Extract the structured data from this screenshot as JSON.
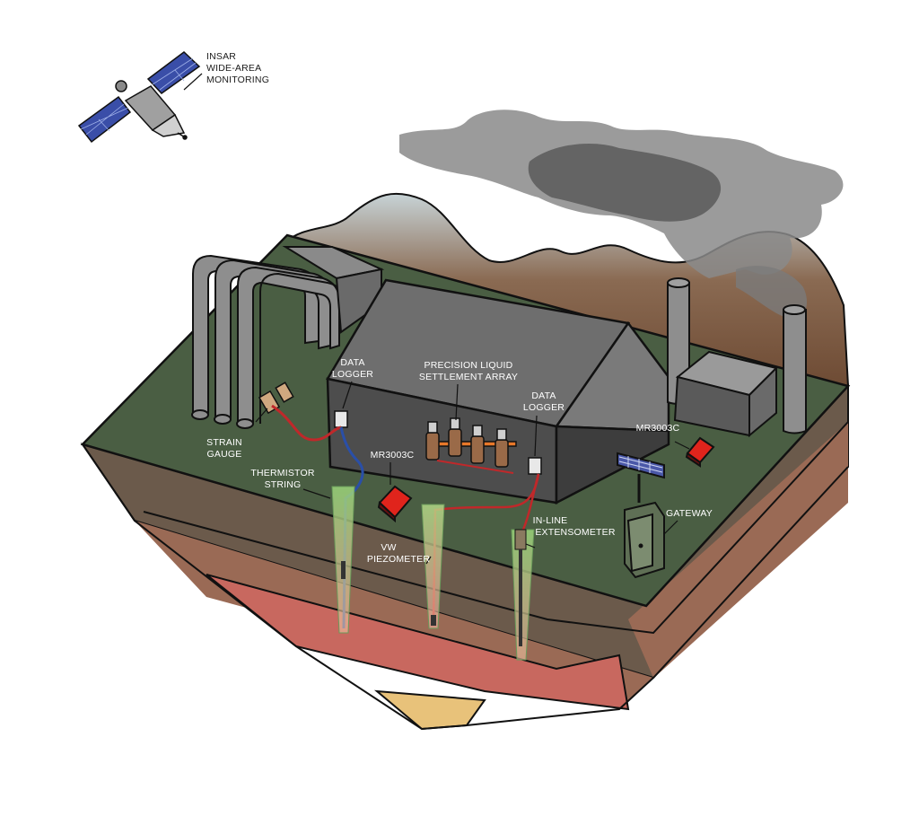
{
  "labels": {
    "insar": [
      "INSAR",
      "WIDE-AREA",
      "MONITORING"
    ],
    "data_logger_left": [
      "DATA",
      "LOGGER"
    ],
    "data_logger_right": [
      "DATA",
      "LOGGER"
    ],
    "plsa": [
      "PRECISION LIQUID",
      "SETTLEMENT ARRAY"
    ],
    "strain_gauge": [
      "STRAIN",
      "GAUGE"
    ],
    "thermistor": [
      "THERMISTOR",
      "STRING"
    ],
    "mr_left": "MR3003C",
    "mr_right": "MR3003C",
    "vw": [
      "VW",
      "PIEZOMETER"
    ],
    "extensometer": [
      "IN-LINE",
      "EXTENSOMETER"
    ],
    "gateway": "GATEWAY"
  },
  "colors": {
    "ground_top": "#4a5e43",
    "soil_1": "#6b5a4b",
    "soil_2": "#9a6a55",
    "soil_3": "#c8685f",
    "soil_4": "#e8c27a",
    "building": "#5a5a5a",
    "roof": "#6e6e6e",
    "mountain": "#7a5a44",
    "smoke": "#8a8a8a",
    "cable_red": "#c0282a",
    "cable_blue": "#2a4fa8",
    "sensor_red": "#e0241c",
    "solar_blue": "#3a4ea8",
    "gateway_box": "#5f6f55"
  }
}
